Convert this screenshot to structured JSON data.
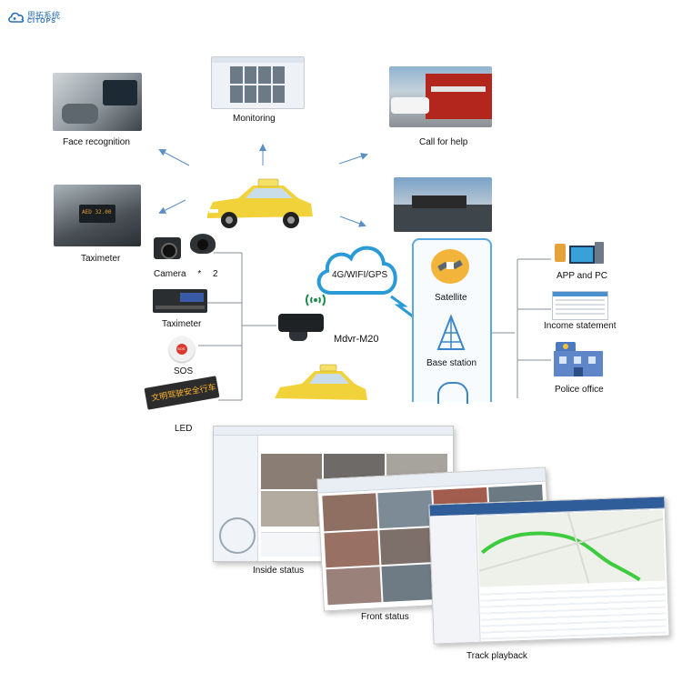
{
  "brand": {
    "name_cn": "思拓系统",
    "name_en": "CITOPS"
  },
  "features": {
    "face_recognition": "Face recognition",
    "monitoring": "Monitoring",
    "call_for_help": "Call for help",
    "taximeter_top": "Taximeter"
  },
  "devices": {
    "camera": "Camera",
    "camera_mult": "*",
    "camera_count": "2",
    "taximeter": "Taximeter",
    "sos": "SOS",
    "sos_button_text": "SOS",
    "led": "LED",
    "led_text": "文明驾驶安全行车",
    "taximeter_display": "AED 32.00"
  },
  "mdvr": {
    "label": "Mdvr-M20"
  },
  "network": {
    "cloud_label": "4G/WIFI/GPS"
  },
  "channels": {
    "satellite": "Satellite",
    "base_station": "Base station"
  },
  "outputs": {
    "app_pc": "APP and PC",
    "income_statement": "Income statement",
    "police_office": "Police office"
  },
  "screenshots": {
    "inside_status": "Inside status",
    "front_status": "Front status",
    "track_playback": "Track playback"
  },
  "colors": {
    "cloud": "#2a9bd6",
    "taxi": "#f2d23a",
    "arrow": "#5b8fc7",
    "line": "#8a8f96"
  }
}
